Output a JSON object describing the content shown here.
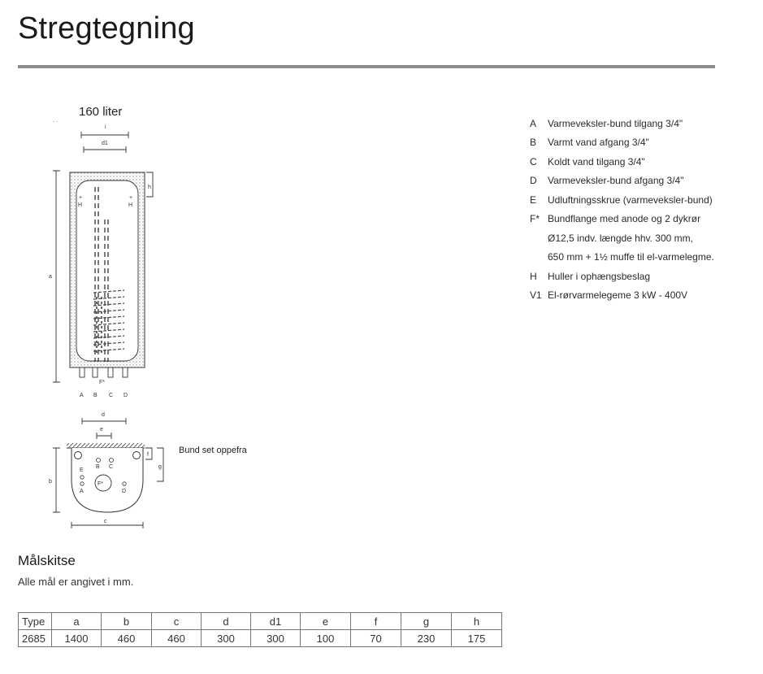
{
  "title": "Stregtegning",
  "drawing": {
    "capacity_label": "160 liter",
    "bottom_note": "Bund set oppefra",
    "dim_labels": {
      "i": "i",
      "d1": "d1",
      "h": "h",
      "a": "a",
      "H": "H",
      "d": "d",
      "e": "e",
      "f": "f",
      "g": "g",
      "b": "b",
      "c": "c"
    },
    "connections_side": [
      "A",
      "B",
      "C",
      "D"
    ],
    "flange_label": "F*",
    "bottom_letters": {
      "B": "B",
      "C": "C",
      "E": "E",
      "A": "A",
      "D": "D",
      "F": "F*"
    }
  },
  "legend": [
    {
      "key": "A",
      "text": "Varmeveksler-bund tilgang 3/4\""
    },
    {
      "key": "B",
      "text": "Varmt vand afgang 3/4\""
    },
    {
      "key": "C",
      "text": "Koldt vand tilgang 3/4\""
    },
    {
      "key": "D",
      "text": "Varmeveksler-bund afgang 3/4\""
    },
    {
      "key": "E",
      "text": "Udluftningsskrue (varmeveksler-bund)"
    },
    {
      "key": "F*",
      "text": "Bundflange med anode og 2 dykrør"
    },
    {
      "key": "",
      "text": "Ø12,5 indv. længde hhv. 300 mm,"
    },
    {
      "key": "",
      "text": "650 mm + 1½ muffe til el-varmelegme."
    },
    {
      "key": "H",
      "text": "Huller i ophængsbeslag"
    },
    {
      "key": "V1",
      "text": "El-rørvarmelegeme 3 kW - 400V"
    }
  ],
  "measure": {
    "title": "Målskitse",
    "subtitle": "Alle mål er angivet i mm."
  },
  "table": {
    "headers": [
      "Type",
      "a",
      "b",
      "c",
      "d",
      "d1",
      "e",
      "f",
      "g",
      "h"
    ],
    "rows": [
      [
        "2685",
        "1400",
        "460",
        "460",
        "300",
        "300",
        "100",
        "70",
        "230",
        "175"
      ]
    ]
  }
}
